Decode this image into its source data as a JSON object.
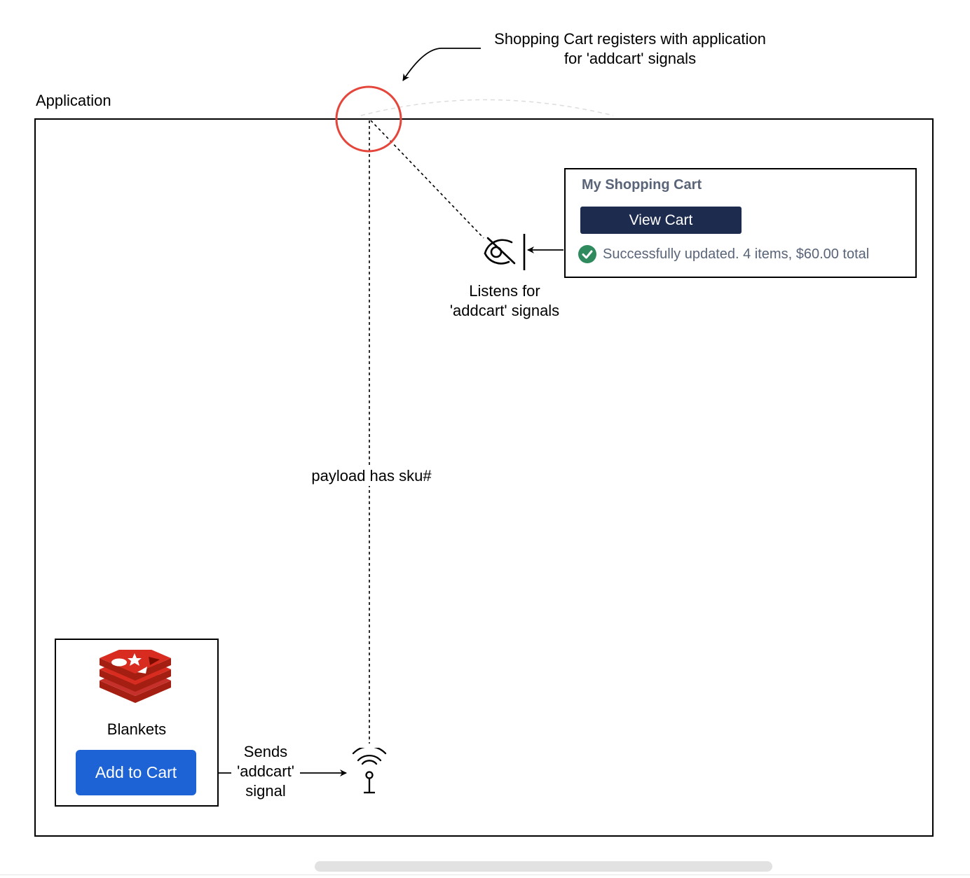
{
  "annotation_top": {
    "line1": "Shopping Cart registers with application",
    "line2": "for 'addcart' signals"
  },
  "app_label": "Application",
  "cart": {
    "title": "My Shopping Cart",
    "button_label": "View Cart",
    "status": "Successfully updated. 4 items, $60.00 total"
  },
  "listener_label": {
    "line1": "Listens for",
    "line2": "'addcart' signals"
  },
  "payload_label": "payload has sku#",
  "product": {
    "name": "Blankets",
    "button_label": "Add to Cart"
  },
  "sender_label": {
    "line1": "Sends",
    "line2": "'addcart'",
    "line3": "signal"
  },
  "colors": {
    "registration_circle": "#e5463b",
    "cart_button": "#1d2b4f",
    "add_button": "#1d63d6",
    "success_check": "#2f8a5d",
    "redis_red": "#c6302b"
  },
  "icons": [
    "eye-off-icon",
    "check-circle-icon",
    "antenna-icon",
    "redis-logo-icon"
  ]
}
